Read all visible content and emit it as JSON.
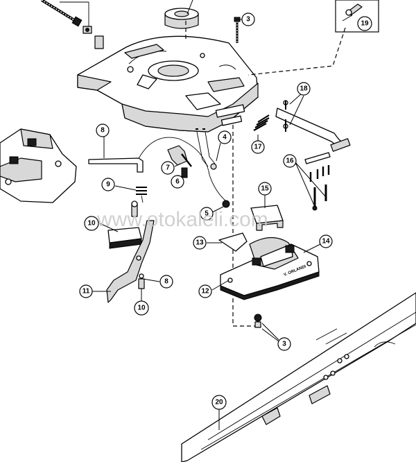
{
  "watermark": "www.otokaleli.com",
  "callouts": [
    {
      "id": "c3a",
      "label": "3"
    },
    {
      "id": "c19",
      "label": "19"
    },
    {
      "id": "c18",
      "label": "18"
    },
    {
      "id": "c8a",
      "label": "8"
    },
    {
      "id": "c4",
      "label": "4"
    },
    {
      "id": "c7",
      "label": "7"
    },
    {
      "id": "c6",
      "label": "6"
    },
    {
      "id": "c17",
      "label": "17"
    },
    {
      "id": "c16",
      "label": "16"
    },
    {
      "id": "c9",
      "label": "9"
    },
    {
      "id": "c5",
      "label": "5"
    },
    {
      "id": "c15",
      "label": "15"
    },
    {
      "id": "c10a",
      "label": "10"
    },
    {
      "id": "c13",
      "label": "13"
    },
    {
      "id": "c14",
      "label": "14"
    },
    {
      "id": "c11",
      "label": "11"
    },
    {
      "id": "c8b",
      "label": "8"
    },
    {
      "id": "c12",
      "label": "12"
    },
    {
      "id": "c10b",
      "label": "10"
    },
    {
      "id": "c3b",
      "label": "3"
    },
    {
      "id": "c20",
      "label": "20"
    }
  ],
  "plate_text": "V. ORLANDI"
}
